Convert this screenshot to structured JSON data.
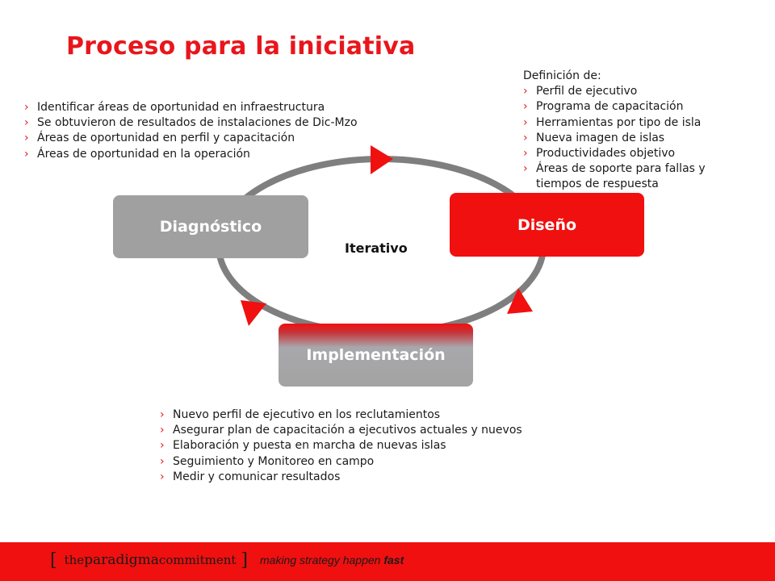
{
  "title": "Proceso para la iniciativa",
  "bullet_glyph": "›",
  "diagnostico": {
    "label": "Diagnóstico",
    "items": [
      "Identificar áreas de oportunidad en infraestructura",
      "Se obtuvieron de resultados de instalaciones de Dic-Mzo",
      "Áreas de oportunidad en perfil y capacitación",
      "Áreas de oportunidad en la operación"
    ]
  },
  "diseno": {
    "label": "Diseño",
    "heading": "Definición de:",
    "items": [
      "Perfil de ejecutivo",
      "Programa de capacitación",
      "Herramientas por tipo de isla",
      "Nueva imagen de islas",
      "Productividades objetivo",
      "Áreas de soporte para fallas y"
    ],
    "continuation": "tiempos de respuesta"
  },
  "implementacion": {
    "label": "Implementación",
    "items": [
      "Nuevo perfil de ejecutivo en los reclutamientos",
      "Asegurar plan de capacitación a ejecutivos actuales y nuevos",
      "Elaboración y puesta en marcha de nuevas islas",
      "Seguimiento y Monitoreo en campo",
      "Medir y comunicar  resultados"
    ]
  },
  "center_label": "Iterativo",
  "footer": {
    "bracket_open": "[",
    "brand_the": "the",
    "brand_paradigma": "paradigma",
    "brand_commitment": "commitment",
    "bracket_close": "]",
    "tagline": "making strategy happen",
    "tagline_emphasis": "fast"
  },
  "colors": {
    "accent_red": "#f0100f",
    "title_red": "#e8161c",
    "box_gray": "#a0a0a0",
    "cycle_gray": "#7f7f7f"
  }
}
